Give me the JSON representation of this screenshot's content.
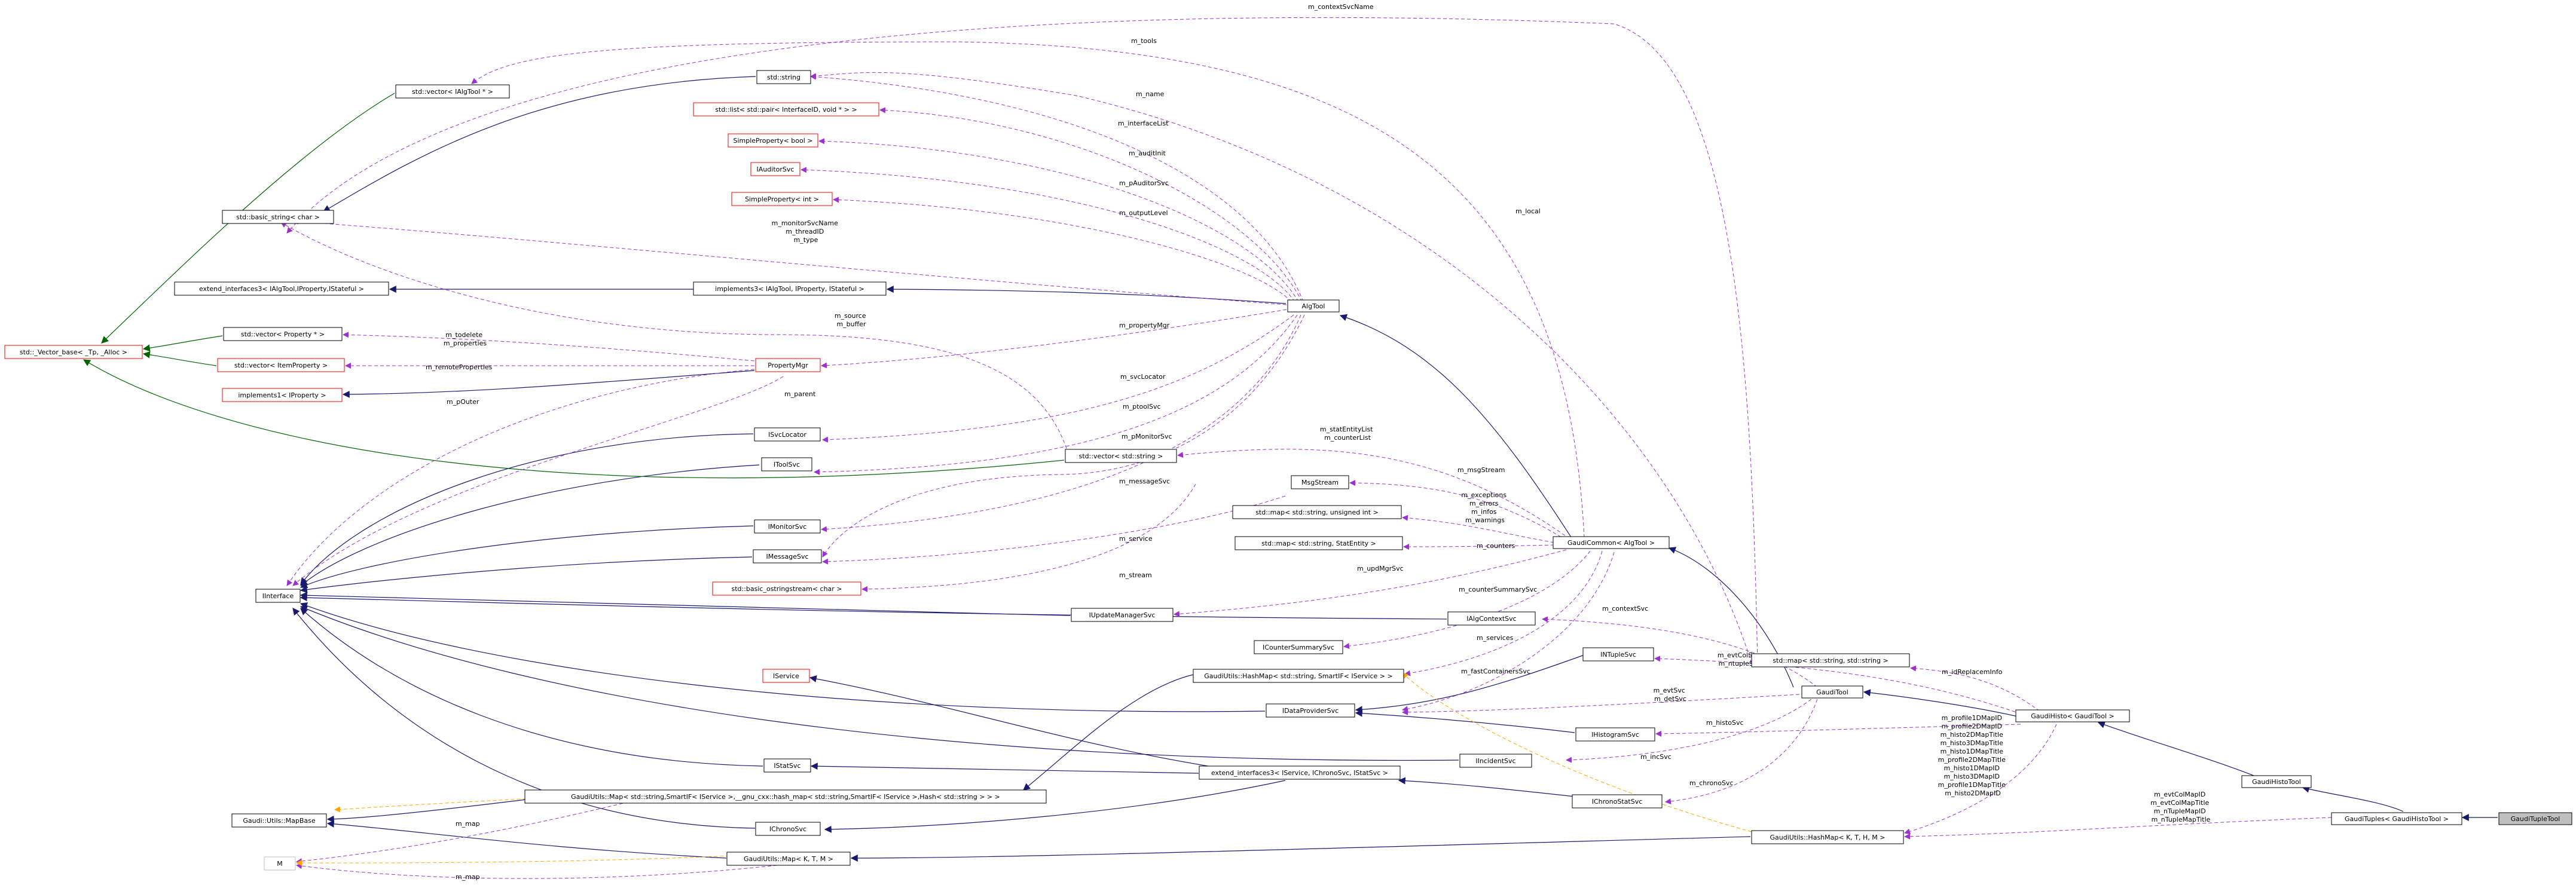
{
  "diagram": {
    "colors": {
      "inherit": "#191970",
      "instantiate": "#006400",
      "use": "#9a32cd",
      "template": "#ffa500",
      "root_fill": "#bfbfbf",
      "undocumented_border": "#ff0000"
    },
    "nodes": {
      "gauditupletool": "GaudiTupleTool",
      "gauditupleshistotool": "GaudiTuples< GaudiHistoTool >",
      "gaudihistotool": "GaudiHistoTool",
      "gaudihistogauditool": "GaudiHisto< GaudiTool >",
      "gauditool": "GaudiTool",
      "gaudicommonalgtool": "GaudiCommon< AlgTool >",
      "algtool": "AlgTool",
      "interface": "IInterface",
      "vector_base": "std::_Vector_base< _Tp, _Alloc >",
      "vector_ialgtool": "std::vector< IAlgTool * >",
      "std_string": "std::string",
      "list_pair": "std::list< std::pair< InterfaceID, void * > >",
      "simpleproperty_bool": "SimpleProperty< bool >",
      "iauditorsvc": "IAuditorSvc",
      "simpleproperty_int": "SimpleProperty< int >",
      "basic_string": "std::basic_string< char >",
      "extend_interfaces3": "extend_interfaces3< IAlgTool,IProperty,IStateful >",
      "implements3": "implements3< IAlgTool, IProperty, IStateful >",
      "vector_property": "std::vector< Property * >",
      "vector_itemproperty": "std::vector< ItemProperty >",
      "implements1": "implements1< IProperty >",
      "propertymgr": "PropertyMgr",
      "isvclocator": "ISvcLocator",
      "itoolsvc": "IToolSvc",
      "vector_string": "std::vector< std::string >",
      "msgstream": "MsgStream",
      "map_unsigned": "std::map< std::string, unsigned int >",
      "map_statentity": "std::map< std::string, StatEntity >",
      "imonitorsvc": "IMonitorSvc",
      "imessagesvc": "IMessageSvc",
      "ostringstream": "std::basic_ostringstream< char >",
      "iupdatemanagersvc": "IUpdateManagerSvc",
      "ialgcontextsvc": "IAlgContextSvc",
      "icountersummarysvc": "ICounterSummarySvc",
      "intuplesvc": "INTupleSvc",
      "map_string_string": "std::map< std::string, std::string >",
      "iservice": "IService",
      "hashmap_smartif": "GaudiUtils::HashMap< std::string, SmartIF< IService > >",
      "idataprovidersvc": "IDataProviderSvc",
      "ihistogramsvc": "IHistogramSvc",
      "iincidentsvc": "IIncidentSvc",
      "istatsvc": "IStatSvc",
      "extend_interfaces3_svc": "extend_interfaces3< IService, IChronoSvc, IStatSvc >",
      "gnu_hashmap": "GaudiUtils::Map< std::string,SmartIF< IService >,__gnu_cxx::hash_map< std::string,SmartIF< IService >,Hash< std::string > > >",
      "ichronostatsvc": "IChronoStatSvc",
      "mapbase": "Gaudi::Utils::MapBase",
      "ichronosvc": "IChronoSvc",
      "m_node": "M",
      "gaudiutils_map": "GaudiUtils::Map< K, T, M >",
      "hashmap_kthm": "GaudiUtils::HashMap< K, T, H, M >"
    },
    "labels": {
      "m_contextsvcname": "m_contextSvcName",
      "m_tools": "m_tools",
      "m_name": "m_name",
      "m_interfacelist": "m_interfaceList",
      "m_auditinit": "m_auditInit",
      "m_pauditorsvc": "m_pAuditorSvc",
      "m_outputlevel": "m_outputLevel",
      "m_monitorsvcname": [
        "m_monitorSvcName",
        "m_threadID",
        "m_type"
      ],
      "m_local": "m_local",
      "m_source": [
        "m_source",
        "m_buffer"
      ],
      "m_propertymgr": "m_propertyMgr",
      "m_todelete": [
        "m_todelete",
        "m_properties"
      ],
      "m_remoteproperties": "m_remoteProperties",
      "m_parent": "m_parent",
      "m_svclocator": "m_svcLocator",
      "m_poutput": "m_pOuter",
      "m_ptoolsvc": "m_ptoolSvc",
      "m_pmonitorsvc": "m_pMonitorSvc",
      "m_statentitylist": [
        "m_statEntityList",
        "m_counterList"
      ],
      "m_messagesvc": "m_messageSvc",
      "m_msgstream": "m_msgStream",
      "m_exceptions": [
        "m_exceptions",
        "m_errors",
        "m_infos",
        "m_warnings"
      ],
      "m_service": "m_service",
      "m_counters": "m_counters",
      "m_stream": "m_stream",
      "m_updmgrsvc": "m_updMgrSvc",
      "m_countersummarysvc": "m_counterSummarySvc",
      "m_contextsvc": "m_contextSvc",
      "m_services": "m_services",
      "m_evtcolsvc": [
        "m_evtColSvc",
        "m_ntupleSvc"
      ],
      "m_idreplacement": "m_idReplacemInfo",
      "m_fastcontainerssvc": "m_fastContainersSvc",
      "m_evtsvc": [
        "m_evtSvc",
        "m_detSvc"
      ],
      "m_histosvc": "m_histoSvc",
      "m_profile": [
        "m_profile1DMapID",
        "m_profile2DMapID",
        "m_histo2DMapTitle",
        "m_histo3DMapTitle",
        "m_histo1DMapTitle",
        "m_profile2DMapTitle",
        "m_histo1DMapID",
        "m_histo3DMapID",
        "m_profile1DMapTitle",
        "m_histo2DMapID"
      ],
      "m_incsvc": "m_incSvc",
      "m_chronosvc": "m_chronoSvc",
      "m_evtcolmapid": [
        "m_evtColMapID",
        "m_evtColMapTitle",
        "m_nTupleMapID",
        "m_nTupleMapTitle"
      ],
      "m_map": "m_map",
      "m_map2": "m_map"
    }
  }
}
